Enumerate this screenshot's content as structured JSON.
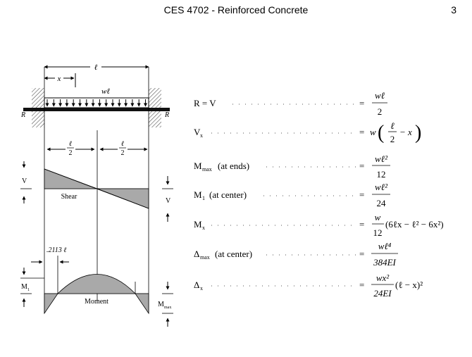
{
  "header": {
    "title": "CES 4702 - Reinforced Concrete",
    "page_number": "3"
  },
  "diagram": {
    "span_label": "ℓ",
    "x_label": "x",
    "load_label": "wℓ",
    "reaction_left": "R",
    "reaction_right": "R",
    "half_num": "ℓ",
    "half_den": "2",
    "shear_left": "V",
    "shear_right": "V",
    "shear_caption": "Shear",
    "inflection_label": ".2113 ℓ",
    "moment_left": "M",
    "moment_left_sub": "1",
    "moment_caption": "Moment",
    "moment_right": "M",
    "moment_right_sub": "max"
  },
  "formulas": {
    "r_lhs": "R = V",
    "vx_lhs": "V",
    "vx_sub": "x",
    "mmax_lhs": "M",
    "mmax_sub": "max",
    "mmax_note": "(at ends)",
    "m1_lhs": "M",
    "m1_sub": "1",
    "m1_note": "(at center)",
    "mx_lhs": "M",
    "mx_sub": "x",
    "dmax_lhs": "Δ",
    "dmax_sub": "max",
    "dmax_note": "(at center)",
    "dx_lhs": "Δ",
    "dx_sub": "x",
    "eq": "=",
    "r_num": "wℓ",
    "r_den": "2",
    "vx_w": "w",
    "vx_frac_num": "ℓ",
    "vx_frac_den": "2",
    "vx_minus_x": "− x",
    "mmax_num": "wℓ²",
    "mmax_den": "12",
    "m1_num": "wℓ²",
    "m1_den": "24",
    "mx_num": "w",
    "mx_den": "12",
    "mx_tail": "(6ℓx − ℓ² − 6x²)",
    "dmax_num": "wℓ⁴",
    "dmax_den": "384EI",
    "dx_num": "wx²",
    "dx_den": "24EI",
    "dx_tail": "(ℓ − x)²"
  }
}
